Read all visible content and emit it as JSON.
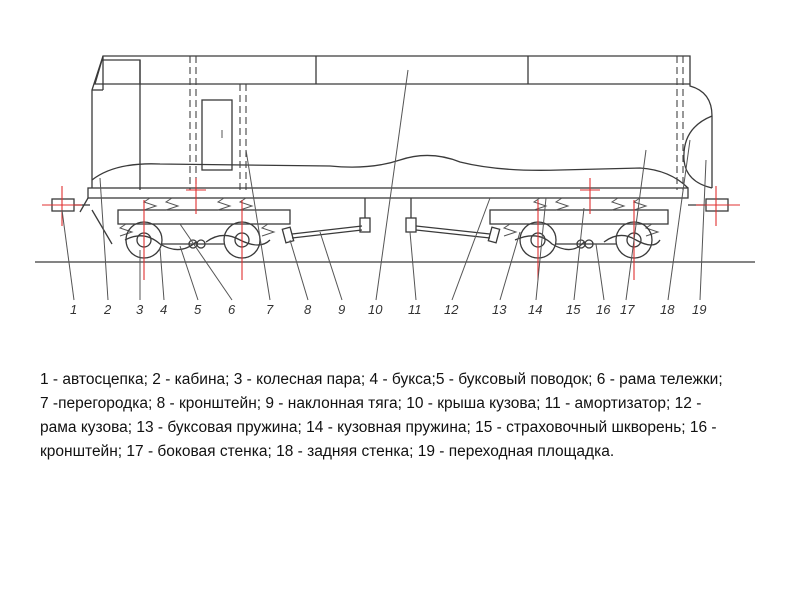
{
  "labels": [
    "1",
    "2",
    "3",
    "4",
    "5",
    "6",
    "7",
    "8",
    "9",
    "10",
    "11",
    "12",
    "13",
    "14",
    "15",
    "16",
    "17",
    "18",
    "19"
  ],
  "legend": "1 - автосцепка; 2 - кабина; 3 - колесная пара; 4 - букса;5 - буксовый поводок; 6 - рама тележки; 7 -перегородка; 8 - кронштейн; 9 - наклонная тяга; 10 - крыша кузова; 11 - амортизатор; 12 - рама кузова; 13 - буксовая пружина; 14 - кузовная пружина; 15 - страховочный шкворень; 16 - кронштейн; 17 - боковая стенка; 18 - задняя стенка; 19 - переходная площадка.",
  "colors": {
    "line": "#3a3a3a",
    "marker": "#e03030"
  }
}
